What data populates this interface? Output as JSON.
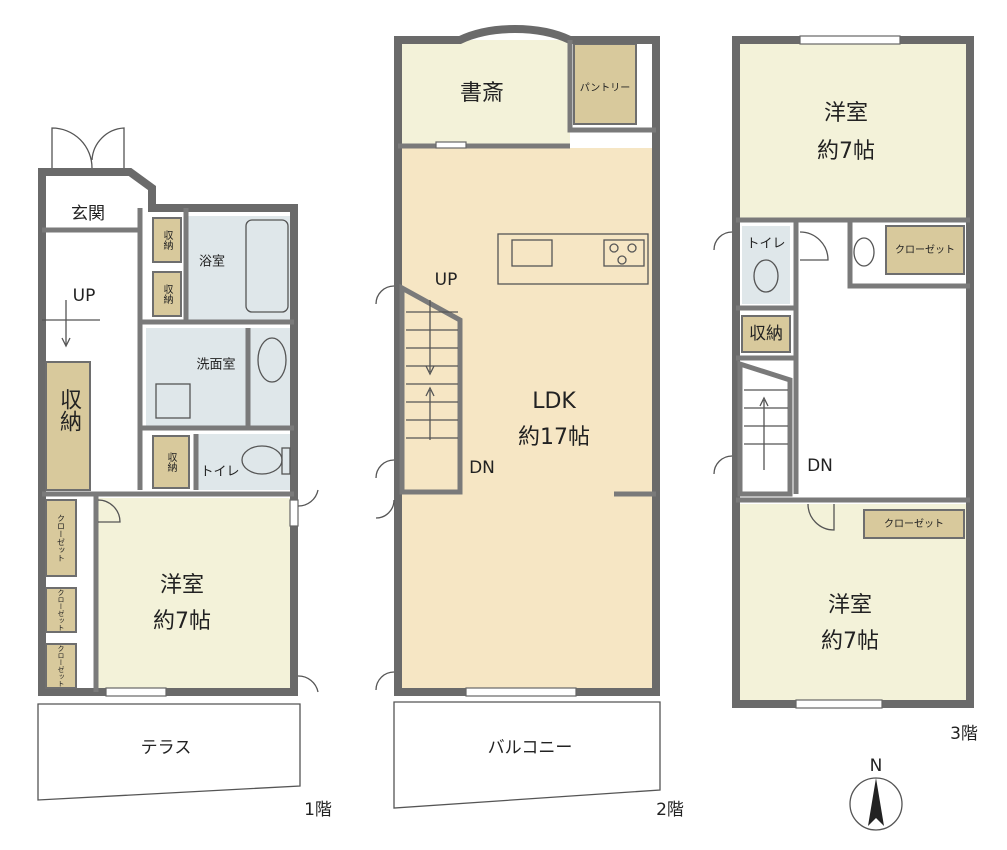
{
  "floors": [
    {
      "level_label": "1階",
      "rooms": {
        "entrance": "玄関",
        "bath": "浴室",
        "washroom": "洗面室",
        "toilet": "トイレ",
        "storage_big": "収納",
        "storage_small_1": "収納",
        "storage_small_2": "収納",
        "storage_small_3": "収納",
        "bedroom_name": "洋室",
        "bedroom_size": "約7帖",
        "closet_1": "クローゼット",
        "closet_2": "クローゼット",
        "closet_3": "クローゼット",
        "terrace": "テラス"
      },
      "stair_label": "UP"
    },
    {
      "level_label": "2階",
      "rooms": {
        "study": "書斎",
        "pantry": "パントリー",
        "ldk_name": "LDK",
        "ldk_size": "約17帖",
        "balcony": "バルコニー"
      },
      "stair_up": "UP",
      "stair_down": "DN"
    },
    {
      "level_label": "3階",
      "rooms": {
        "bedroom_top_name": "洋室",
        "bedroom_top_size": "約7帖",
        "toilet": "トイレ",
        "closet_top": "クローゼット",
        "storage": "収納",
        "closet_bottom": "クローゼット",
        "bedroom_bottom_name": "洋室",
        "bedroom_bottom_size": "約7帖"
      },
      "stair_down": "DN"
    }
  ],
  "compass_label": "N"
}
